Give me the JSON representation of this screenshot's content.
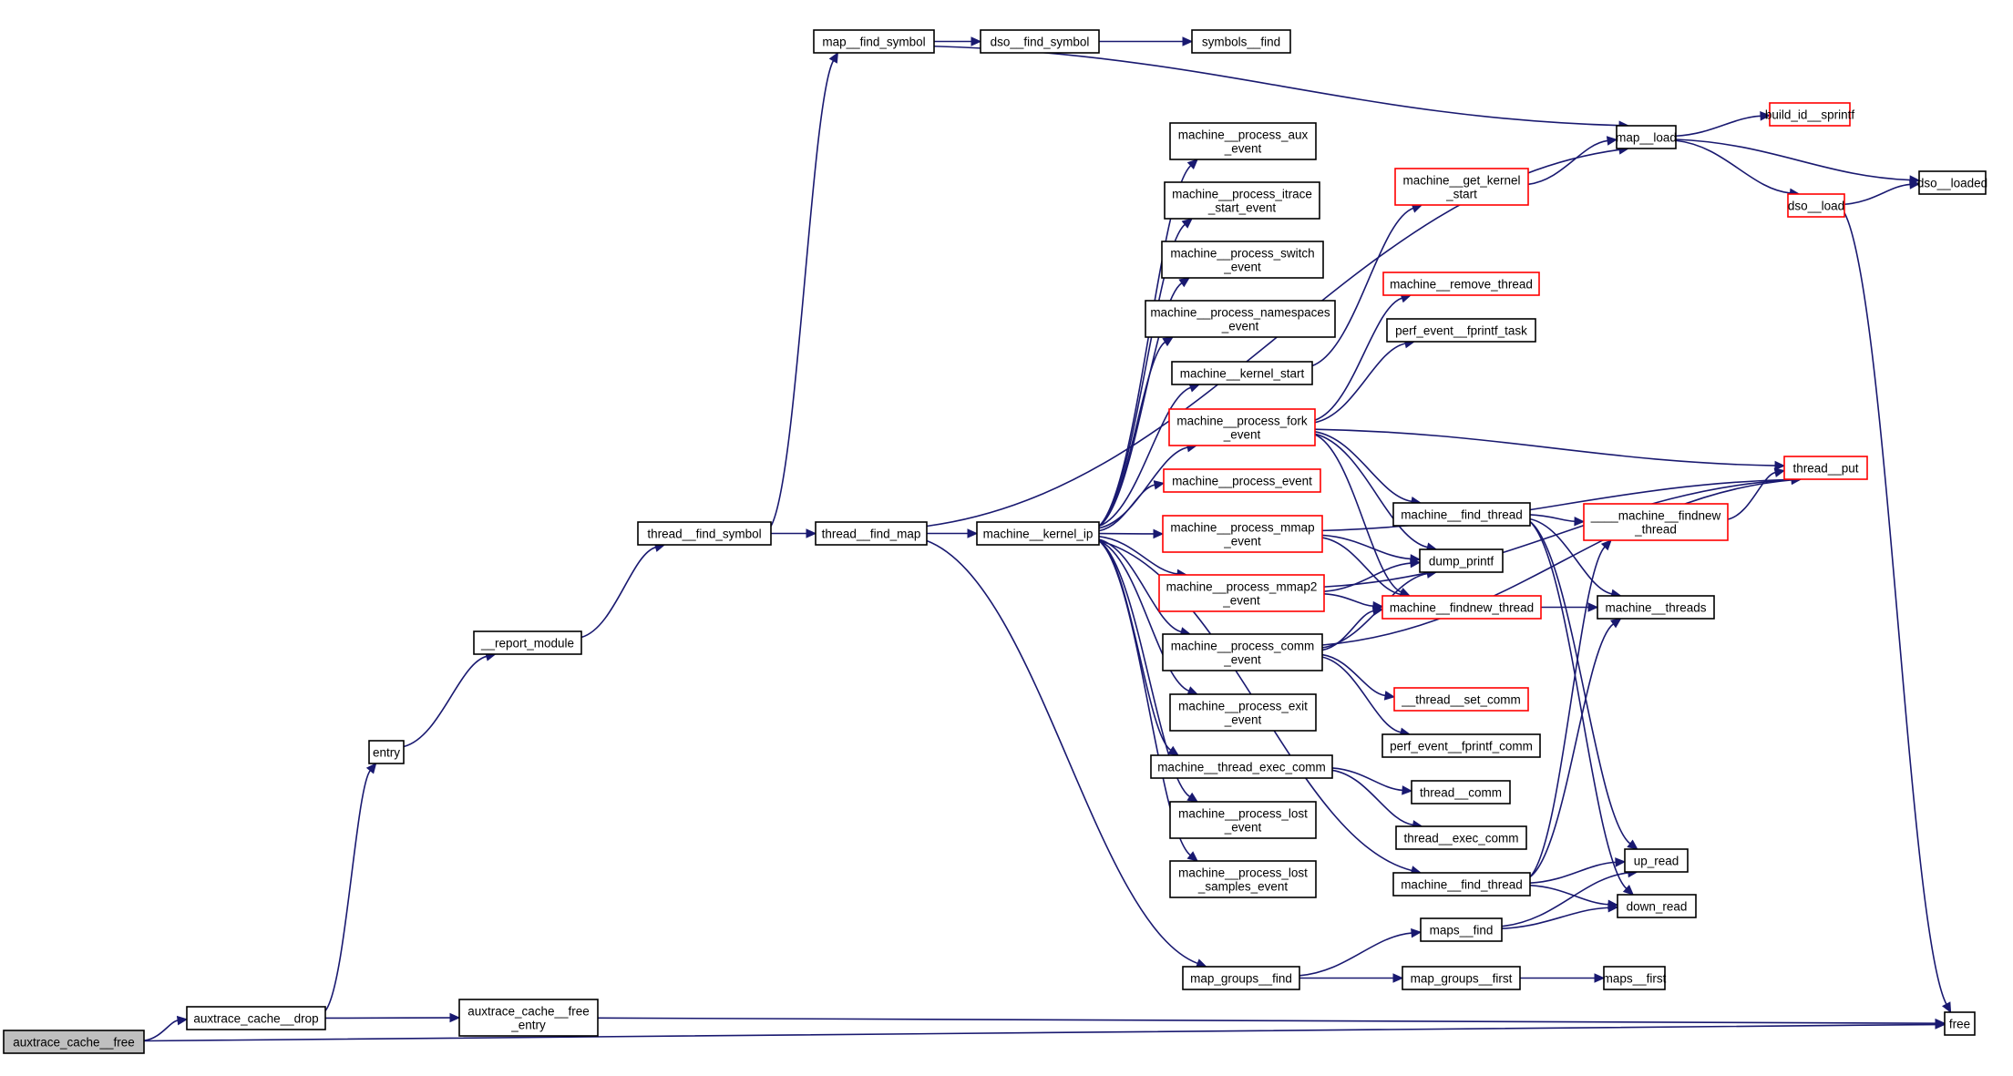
{
  "diagram": {
    "type": "call-graph",
    "title": "auxtrace_cache__free call graph",
    "colors": {
      "edge": "#191970",
      "node_border": "#000000",
      "node_border_incomplete": "#ff0000",
      "root_fill": "#bfbfbf"
    },
    "nodes": [
      {
        "id": "auxtrace_cache__free",
        "lines": [
          "auxtrace_cache__free"
        ],
        "style": "root"
      },
      {
        "id": "auxtrace_cache__drop",
        "lines": [
          "auxtrace_cache__drop"
        ],
        "style": "normal"
      },
      {
        "id": "auxtrace_cache__free_entry",
        "lines": [
          "auxtrace_cache__free",
          "_entry"
        ],
        "style": "normal"
      },
      {
        "id": "entry",
        "lines": [
          "entry"
        ],
        "style": "normal"
      },
      {
        "id": "__report_module",
        "lines": [
          "__report_module"
        ],
        "style": "normal"
      },
      {
        "id": "thread__find_symbol",
        "lines": [
          "thread__find_symbol"
        ],
        "style": "normal"
      },
      {
        "id": "thread__find_map",
        "lines": [
          "thread__find_map"
        ],
        "style": "normal"
      },
      {
        "id": "map__find_symbol",
        "lines": [
          "map__find_symbol"
        ],
        "style": "normal"
      },
      {
        "id": "dso__find_symbol",
        "lines": [
          "dso__find_symbol"
        ],
        "style": "normal"
      },
      {
        "id": "symbols__find",
        "lines": [
          "symbols__find"
        ],
        "style": "normal"
      },
      {
        "id": "machine__kernel_ip",
        "lines": [
          "machine__kernel_ip"
        ],
        "style": "normal"
      },
      {
        "id": "map_groups__find",
        "lines": [
          "map_groups__find"
        ],
        "style": "normal"
      },
      {
        "id": "machine__process_aux_event",
        "lines": [
          "machine__process_aux",
          "_event"
        ],
        "style": "normal"
      },
      {
        "id": "machine__process_itrace_start_event",
        "lines": [
          "machine__process_itrace",
          "_start_event"
        ],
        "style": "normal"
      },
      {
        "id": "machine__process_switch_event",
        "lines": [
          "machine__process_switch",
          "_event"
        ],
        "style": "normal"
      },
      {
        "id": "machine__process_namespaces_event",
        "lines": [
          "machine__process_namespaces",
          "_event"
        ],
        "style": "normal"
      },
      {
        "id": "machine__kernel_start",
        "lines": [
          "machine__kernel_start"
        ],
        "style": "normal"
      },
      {
        "id": "machine__process_fork_event",
        "lines": [
          "machine__process_fork",
          "_event"
        ],
        "style": "red"
      },
      {
        "id": "machine__process_event",
        "lines": [
          "machine__process_event"
        ],
        "style": "red"
      },
      {
        "id": "machine__process_mmap_event",
        "lines": [
          "machine__process_mmap",
          "_event"
        ],
        "style": "red"
      },
      {
        "id": "machine__process_mmap2_event",
        "lines": [
          "machine__process_mmap2",
          "_event"
        ],
        "style": "red"
      },
      {
        "id": "machine__process_comm_event",
        "lines": [
          "machine__process_comm",
          "_event"
        ],
        "style": "normal"
      },
      {
        "id": "machine__process_exit_event",
        "lines": [
          "machine__process_exit",
          "_event"
        ],
        "style": "normal"
      },
      {
        "id": "machine__thread_exec_comm",
        "lines": [
          "machine__thread_exec_comm"
        ],
        "style": "normal"
      },
      {
        "id": "machine__process_lost_event",
        "lines": [
          "machine__process_lost",
          "_event"
        ],
        "style": "normal"
      },
      {
        "id": "machine__process_lost_samples_event",
        "lines": [
          "machine__process_lost",
          "_samples_event"
        ],
        "style": "normal"
      },
      {
        "id": "machine__get_kernel_start",
        "lines": [
          "machine__get_kernel",
          "_start"
        ],
        "style": "red"
      },
      {
        "id": "machine__remove_thread",
        "lines": [
          "machine__remove_thread"
        ],
        "style": "red"
      },
      {
        "id": "perf_event__fprintf_task",
        "lines": [
          "perf_event__fprintf_task"
        ],
        "style": "normal"
      },
      {
        "id": "machine__find_thread_a",
        "lines": [
          "machine__find_thread"
        ],
        "style": "normal"
      },
      {
        "id": "dump_printf",
        "lines": [
          "dump_printf"
        ],
        "style": "normal"
      },
      {
        "id": "machine__findnew_thread",
        "lines": [
          "machine__findnew_thread"
        ],
        "style": "red"
      },
      {
        "id": "__thread__set_comm",
        "lines": [
          "__thread__set_comm"
        ],
        "style": "red"
      },
      {
        "id": "perf_event__fprintf_comm",
        "lines": [
          "perf_event__fprintf_comm"
        ],
        "style": "normal"
      },
      {
        "id": "thread__comm",
        "lines": [
          "thread__comm"
        ],
        "style": "normal"
      },
      {
        "id": "thread__exec_comm",
        "lines": [
          "thread__exec_comm"
        ],
        "style": "normal"
      },
      {
        "id": "machine__find_thread_b",
        "lines": [
          "machine__find_thread"
        ],
        "style": "normal"
      },
      {
        "id": "maps__find",
        "lines": [
          "maps__find"
        ],
        "style": "normal"
      },
      {
        "id": "map_groups__first",
        "lines": [
          "map_groups__first"
        ],
        "style": "normal"
      },
      {
        "id": "map__load",
        "lines": [
          "map__load"
        ],
        "style": "normal"
      },
      {
        "id": "____machine__findnew_thread",
        "lines": [
          "____machine__findnew",
          "_thread"
        ],
        "style": "red"
      },
      {
        "id": "machine__threads",
        "lines": [
          "machine__threads"
        ],
        "style": "normal"
      },
      {
        "id": "up_read",
        "lines": [
          "up_read"
        ],
        "style": "normal"
      },
      {
        "id": "down_read",
        "lines": [
          "down_read"
        ],
        "style": "normal"
      },
      {
        "id": "maps__first",
        "lines": [
          "maps__first"
        ],
        "style": "normal"
      },
      {
        "id": "build_id__sprintf",
        "lines": [
          "build_id__sprintf"
        ],
        "style": "red"
      },
      {
        "id": "dso__load",
        "lines": [
          "dso__load"
        ],
        "style": "red"
      },
      {
        "id": "thread__put",
        "lines": [
          "thread__put"
        ],
        "style": "red"
      },
      {
        "id": "dso__loaded",
        "lines": [
          "dso__loaded"
        ],
        "style": "normal"
      },
      {
        "id": "free",
        "lines": [
          "free"
        ],
        "style": "normal"
      }
    ],
    "edges": [
      [
        "auxtrace_cache__free",
        "auxtrace_cache__drop"
      ],
      [
        "auxtrace_cache__free",
        "free"
      ],
      [
        "auxtrace_cache__drop",
        "entry"
      ],
      [
        "auxtrace_cache__drop",
        "auxtrace_cache__free_entry"
      ],
      [
        "auxtrace_cache__free_entry",
        "free"
      ],
      [
        "entry",
        "__report_module"
      ],
      [
        "__report_module",
        "thread__find_symbol"
      ],
      [
        "thread__find_symbol",
        "map__find_symbol"
      ],
      [
        "thread__find_symbol",
        "thread__find_map"
      ],
      [
        "map__find_symbol",
        "dso__find_symbol"
      ],
      [
        "map__find_symbol",
        "map__load"
      ],
      [
        "dso__find_symbol",
        "symbols__find"
      ],
      [
        "thread__find_map",
        "map__load"
      ],
      [
        "thread__find_map",
        "machine__kernel_ip"
      ],
      [
        "thread__find_map",
        "map_groups__find"
      ],
      [
        "machine__kernel_ip",
        "machine__process_aux_event"
      ],
      [
        "machine__kernel_ip",
        "machine__process_itrace_start_event"
      ],
      [
        "machine__kernel_ip",
        "machine__process_switch_event"
      ],
      [
        "machine__kernel_ip",
        "machine__process_namespaces_event"
      ],
      [
        "machine__kernel_ip",
        "machine__kernel_start"
      ],
      [
        "machine__kernel_ip",
        "machine__process_fork_event"
      ],
      [
        "machine__kernel_ip",
        "machine__process_event"
      ],
      [
        "machine__kernel_ip",
        "machine__process_mmap_event"
      ],
      [
        "machine__kernel_ip",
        "machine__process_mmap2_event"
      ],
      [
        "machine__kernel_ip",
        "machine__process_comm_event"
      ],
      [
        "machine__kernel_ip",
        "machine__process_exit_event"
      ],
      [
        "machine__kernel_ip",
        "machine__thread_exec_comm"
      ],
      [
        "machine__kernel_ip",
        "machine__process_lost_event"
      ],
      [
        "machine__kernel_ip",
        "machine__process_lost_samples_event"
      ],
      [
        "machine__kernel_ip",
        "machine__find_thread_b"
      ],
      [
        "machine__kernel_start",
        "machine__get_kernel_start"
      ],
      [
        "machine__get_kernel_start",
        "map__load"
      ],
      [
        "machine__process_fork_event",
        "machine__remove_thread"
      ],
      [
        "machine__process_fork_event",
        "perf_event__fprintf_task"
      ],
      [
        "machine__process_fork_event",
        "thread__put"
      ],
      [
        "machine__process_fork_event",
        "machine__find_thread_a"
      ],
      [
        "machine__process_fork_event",
        "dump_printf"
      ],
      [
        "machine__process_fork_event",
        "machine__findnew_thread"
      ],
      [
        "machine__process_mmap_event",
        "thread__put"
      ],
      [
        "machine__process_mmap_event",
        "dump_printf"
      ],
      [
        "machine__process_mmap_event",
        "machine__findnew_thread"
      ],
      [
        "machine__process_mmap2_event",
        "thread__put"
      ],
      [
        "machine__process_mmap2_event",
        "dump_printf"
      ],
      [
        "machine__process_mmap2_event",
        "machine__findnew_thread"
      ],
      [
        "machine__process_comm_event",
        "dump_printf"
      ],
      [
        "machine__process_comm_event",
        "machine__findnew_thread"
      ],
      [
        "machine__process_comm_event",
        "thread__put"
      ],
      [
        "machine__process_comm_event",
        "__thread__set_comm"
      ],
      [
        "machine__process_comm_event",
        "perf_event__fprintf_comm"
      ],
      [
        "machine__thread_exec_comm",
        "thread__comm"
      ],
      [
        "machine__thread_exec_comm",
        "thread__exec_comm"
      ],
      [
        "machine__find_thread_a",
        "____machine__findnew_thread"
      ],
      [
        "machine__find_thread_a",
        "machine__threads"
      ],
      [
        "machine__find_thread_a",
        "up_read"
      ],
      [
        "machine__find_thread_a",
        "down_read"
      ],
      [
        "machine__findnew_thread",
        "machine__threads"
      ],
      [
        "machine__find_thread_b",
        "____machine__findnew_thread"
      ],
      [
        "machine__find_thread_b",
        "machine__threads"
      ],
      [
        "machine__find_thread_b",
        "up_read"
      ],
      [
        "machine__find_thread_b",
        "down_read"
      ],
      [
        "____machine__findnew_thread",
        "thread__put"
      ],
      [
        "map_groups__find",
        "maps__find"
      ],
      [
        "map_groups__find",
        "map_groups__first"
      ],
      [
        "maps__find",
        "up_read"
      ],
      [
        "maps__find",
        "down_read"
      ],
      [
        "map_groups__first",
        "maps__first"
      ],
      [
        "map__load",
        "build_id__sprintf"
      ],
      [
        "map__load",
        "dso__loaded"
      ],
      [
        "map__load",
        "dso__load"
      ],
      [
        "dso__load",
        "dso__loaded"
      ],
      [
        "dso__load",
        "free"
      ]
    ]
  }
}
